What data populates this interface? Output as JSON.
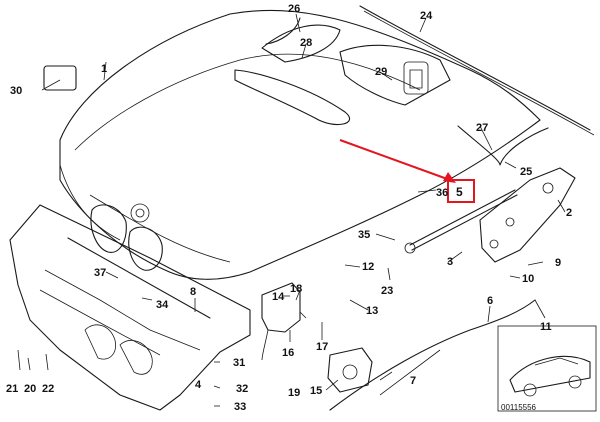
{
  "diagram": {
    "callouts": [
      "1",
      "2",
      "3",
      "4",
      "5",
      "6",
      "7",
      "8",
      "9",
      "10",
      "11",
      "12",
      "13",
      "14",
      "15",
      "16",
      "17",
      "18",
      "19",
      "20",
      "21",
      "22",
      "23",
      "24",
      "25",
      "26",
      "27",
      "28",
      "29",
      "30",
      "31",
      "32",
      "33",
      "34",
      "35",
      "36",
      "37"
    ],
    "highlighted_callout": "5",
    "highlight_color": "#e4151f",
    "line_color": "#1a1a1a",
    "document_number": "00115556"
  }
}
